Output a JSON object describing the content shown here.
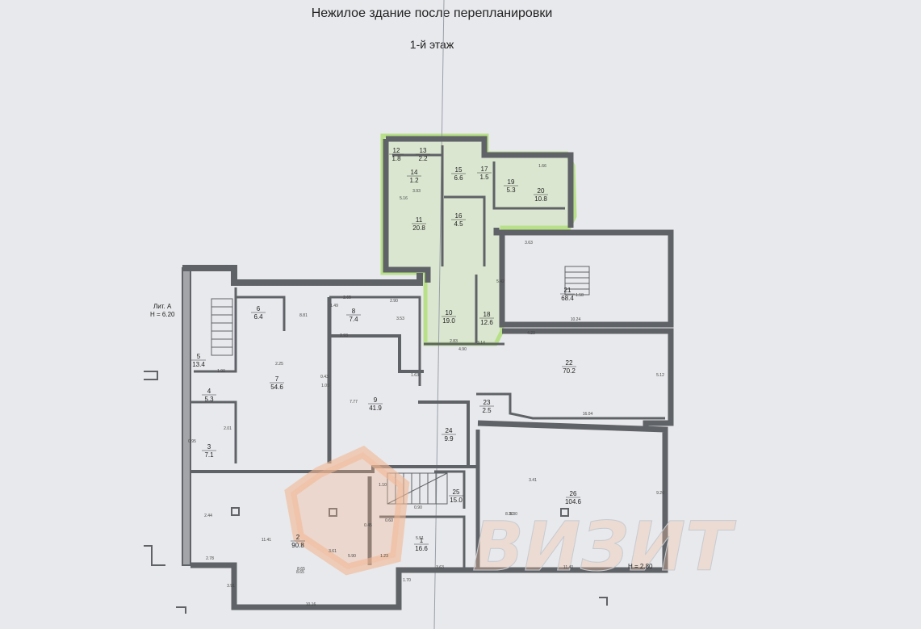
{
  "title": "Нежилое здание после перепланировки",
  "floor": "1-й этаж",
  "lit": {
    "line1": "Лит. А",
    "line2": "Н = 6.20"
  },
  "height_label": "Н = 2.80",
  "watermark": "ВИЗИТ",
  "colors": {
    "wall": "#5f6266",
    "highlight": "#b7e089",
    "watermark": "#f1b894",
    "paper": "#e8e9ec"
  },
  "rooms": [
    {
      "n": "1",
      "area": "16.6"
    },
    {
      "n": "2",
      "area": "90.8"
    },
    {
      "n": "3",
      "area": "7.1"
    },
    {
      "n": "4",
      "area": "5.3"
    },
    {
      "n": "5",
      "area": "13.4"
    },
    {
      "n": "6",
      "area": "6.4"
    },
    {
      "n": "7",
      "area": "54.6"
    },
    {
      "n": "8",
      "area": "7.4"
    },
    {
      "n": "9",
      "area": "41.9"
    },
    {
      "n": "10",
      "area": "19.0"
    },
    {
      "n": "11",
      "area": "20.8"
    },
    {
      "n": "12",
      "area": "1.8"
    },
    {
      "n": "13",
      "area": "2.2"
    },
    {
      "n": "14",
      "area": "1.2"
    },
    {
      "n": "15",
      "area": "6.6"
    },
    {
      "n": "16",
      "area": "4.5"
    },
    {
      "n": "17",
      "area": "1.5"
    },
    {
      "n": "18",
      "area": "12.6"
    },
    {
      "n": "19",
      "area": "5.3"
    },
    {
      "n": "20",
      "area": "10.8"
    },
    {
      "n": "21",
      "area": "68.4"
    },
    {
      "n": "22",
      "area": "70.2"
    },
    {
      "n": "23",
      "area": "2.5"
    },
    {
      "n": "24",
      "area": "9.9"
    },
    {
      "n": "25",
      "area": "15.0"
    },
    {
      "n": "26",
      "area": "104.6"
    }
  ],
  "dims": [
    "10.16",
    "11.41",
    "8.65",
    "2.78",
    "3.91",
    "5.90",
    "2.44",
    "3.61",
    "16.04",
    "11.40",
    "3.63",
    "5.51",
    "9.20",
    "8.30",
    "5.12",
    "3.41",
    "5.42",
    "4.23",
    "10.24",
    "1.58",
    "3.63",
    "1.66",
    "2.90",
    "3.53",
    "4.90",
    "2.83",
    "3.14",
    "5.16",
    "2.65",
    "8.65",
    "1.70",
    "0.90",
    "1.10",
    "5.30",
    "3.93",
    "7.77",
    "8.81",
    "2.93",
    "1.63",
    "0.43",
    "1.05",
    "2.25",
    "1.90",
    "2.01",
    "0.95",
    "1.49",
    "0.60",
    "1.23",
    "0.45"
  ]
}
